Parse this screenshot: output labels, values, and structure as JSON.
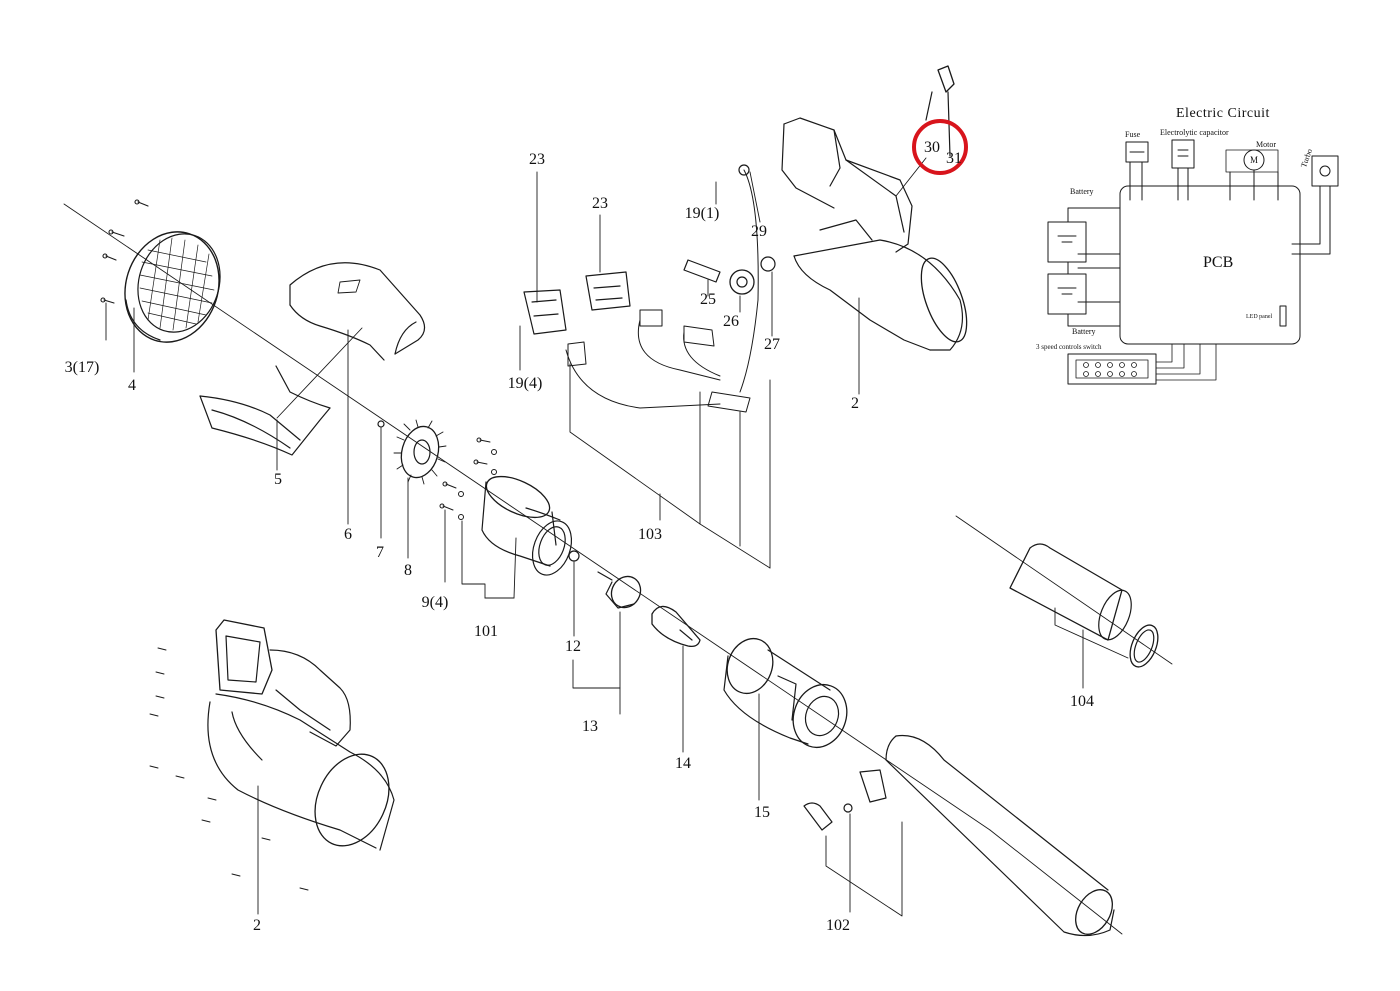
{
  "circuit": {
    "title": "Electric Circuit",
    "fuse": "Fuse",
    "capacitor": "Electrolytic capacitor",
    "motor": "Motor",
    "motor_symbol": "M",
    "turbo": "Turbo",
    "battery_top": "Battery",
    "battery_bottom": "Battery",
    "pcb": "PCB",
    "led_panel": "LED panel",
    "switch": "3 speed controls switch"
  },
  "highlight_color": "#d8141c",
  "parts": [
    {
      "id": "p30",
      "text": "30"
    },
    {
      "id": "p31",
      "text": "31"
    },
    {
      "id": "p23a",
      "text": "23"
    },
    {
      "id": "p23b",
      "text": "23"
    },
    {
      "id": "p19-1",
      "text": "19(1)"
    },
    {
      "id": "p29",
      "text": "29"
    },
    {
      "id": "p25",
      "text": "25"
    },
    {
      "id": "p26",
      "text": "26"
    },
    {
      "id": "p27",
      "text": "27"
    },
    {
      "id": "p19-4",
      "text": "19(4)"
    },
    {
      "id": "p2a",
      "text": "2"
    },
    {
      "id": "p3",
      "text": "3(17)"
    },
    {
      "id": "p4",
      "text": "4"
    },
    {
      "id": "p5",
      "text": "5"
    },
    {
      "id": "p6",
      "text": "6"
    },
    {
      "id": "p7",
      "text": "7"
    },
    {
      "id": "p8",
      "text": "8"
    },
    {
      "id": "p9",
      "text": "9(4)"
    },
    {
      "id": "p101",
      "text": "101"
    },
    {
      "id": "p103",
      "text": "103"
    },
    {
      "id": "p12",
      "text": "12"
    },
    {
      "id": "p13",
      "text": "13"
    },
    {
      "id": "p14",
      "text": "14"
    },
    {
      "id": "p15",
      "text": "15"
    },
    {
      "id": "p104",
      "text": "104"
    },
    {
      "id": "p102",
      "text": "102"
    },
    {
      "id": "p2b",
      "text": "2"
    }
  ]
}
